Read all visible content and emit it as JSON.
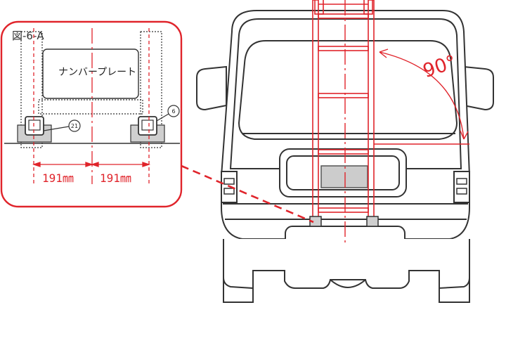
{
  "inset": {
    "title": "図-6-A",
    "plate_label": "ナンバープレート",
    "dim_left": "191㎜",
    "dim_right": "191㎜",
    "callout_21": "21",
    "callout_6": "6"
  },
  "van": {
    "angle_label": "90°"
  },
  "colors": {
    "accent": "#e0242b",
    "outline": "#333333",
    "fill_gray": "#cfcfcf",
    "plate_gray": "#cccccc"
  }
}
